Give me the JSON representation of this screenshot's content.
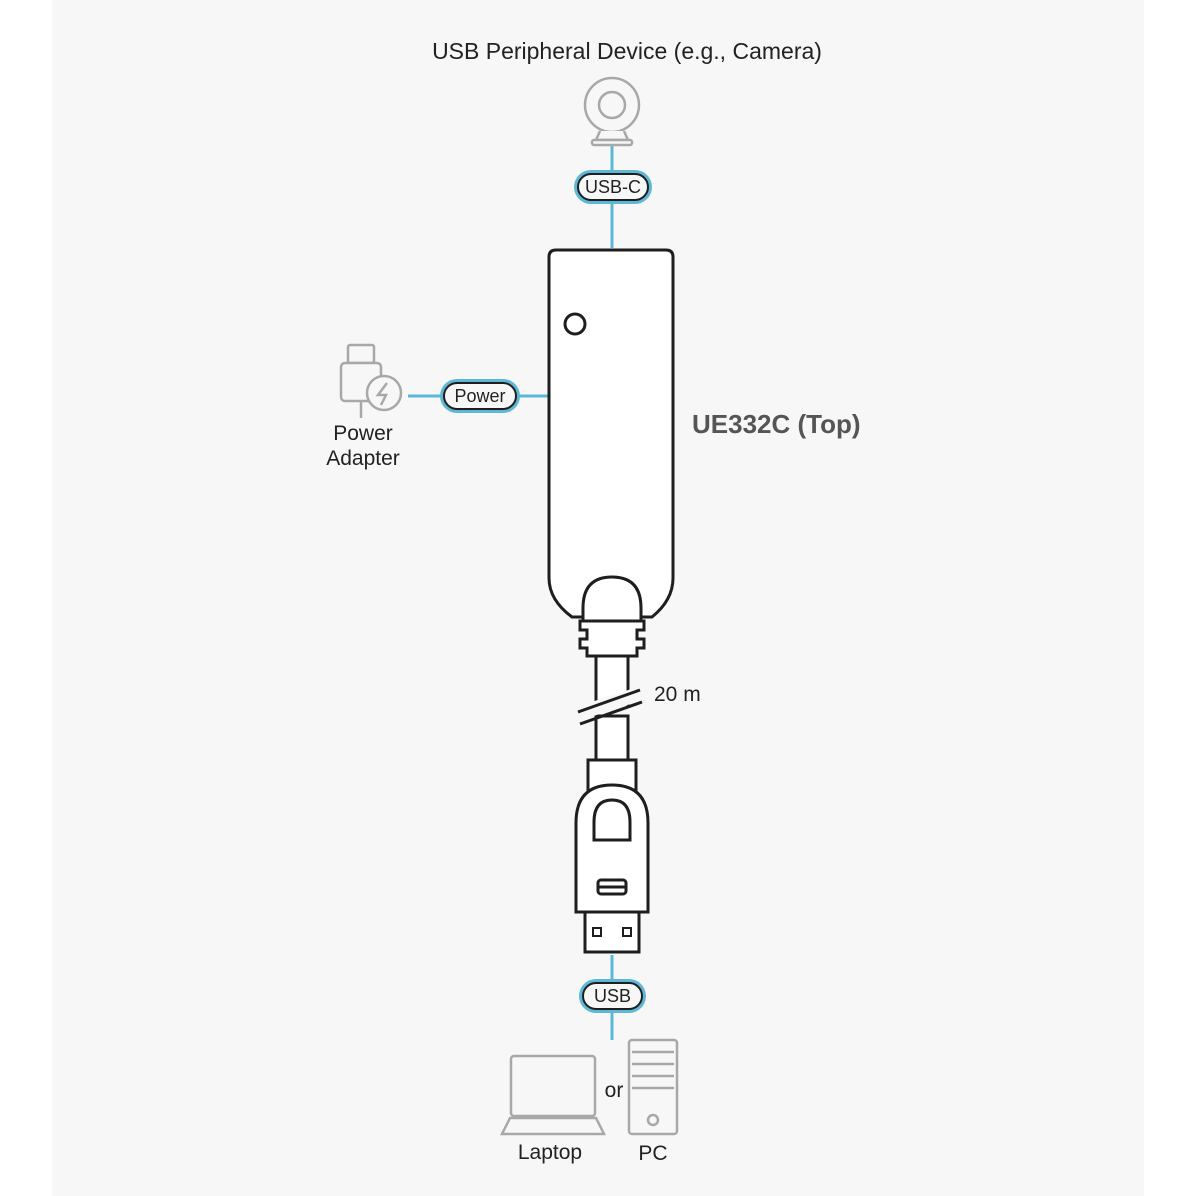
{
  "device_label": "USB Peripheral Device (e.g., Camera)",
  "connector_top": "USB-C",
  "connector_power": "Power",
  "connector_bottom": "USB",
  "power_adapter": {
    "line1": "Power",
    "line2": "Adapter"
  },
  "model_name": "UE332C (Top)",
  "cable_length": "20 m",
  "host_laptop": "Laptop",
  "host_or": "or",
  "host_pc": "PC",
  "colors": {
    "accent": "#5cb8d6",
    "line": "#1e1e1e",
    "icon_gray": "#a8a8a8",
    "panel": "#f7f7f7"
  },
  "icons": [
    "camera-icon",
    "power-adapter-icon",
    "laptop-icon",
    "pc-tower-icon"
  ]
}
